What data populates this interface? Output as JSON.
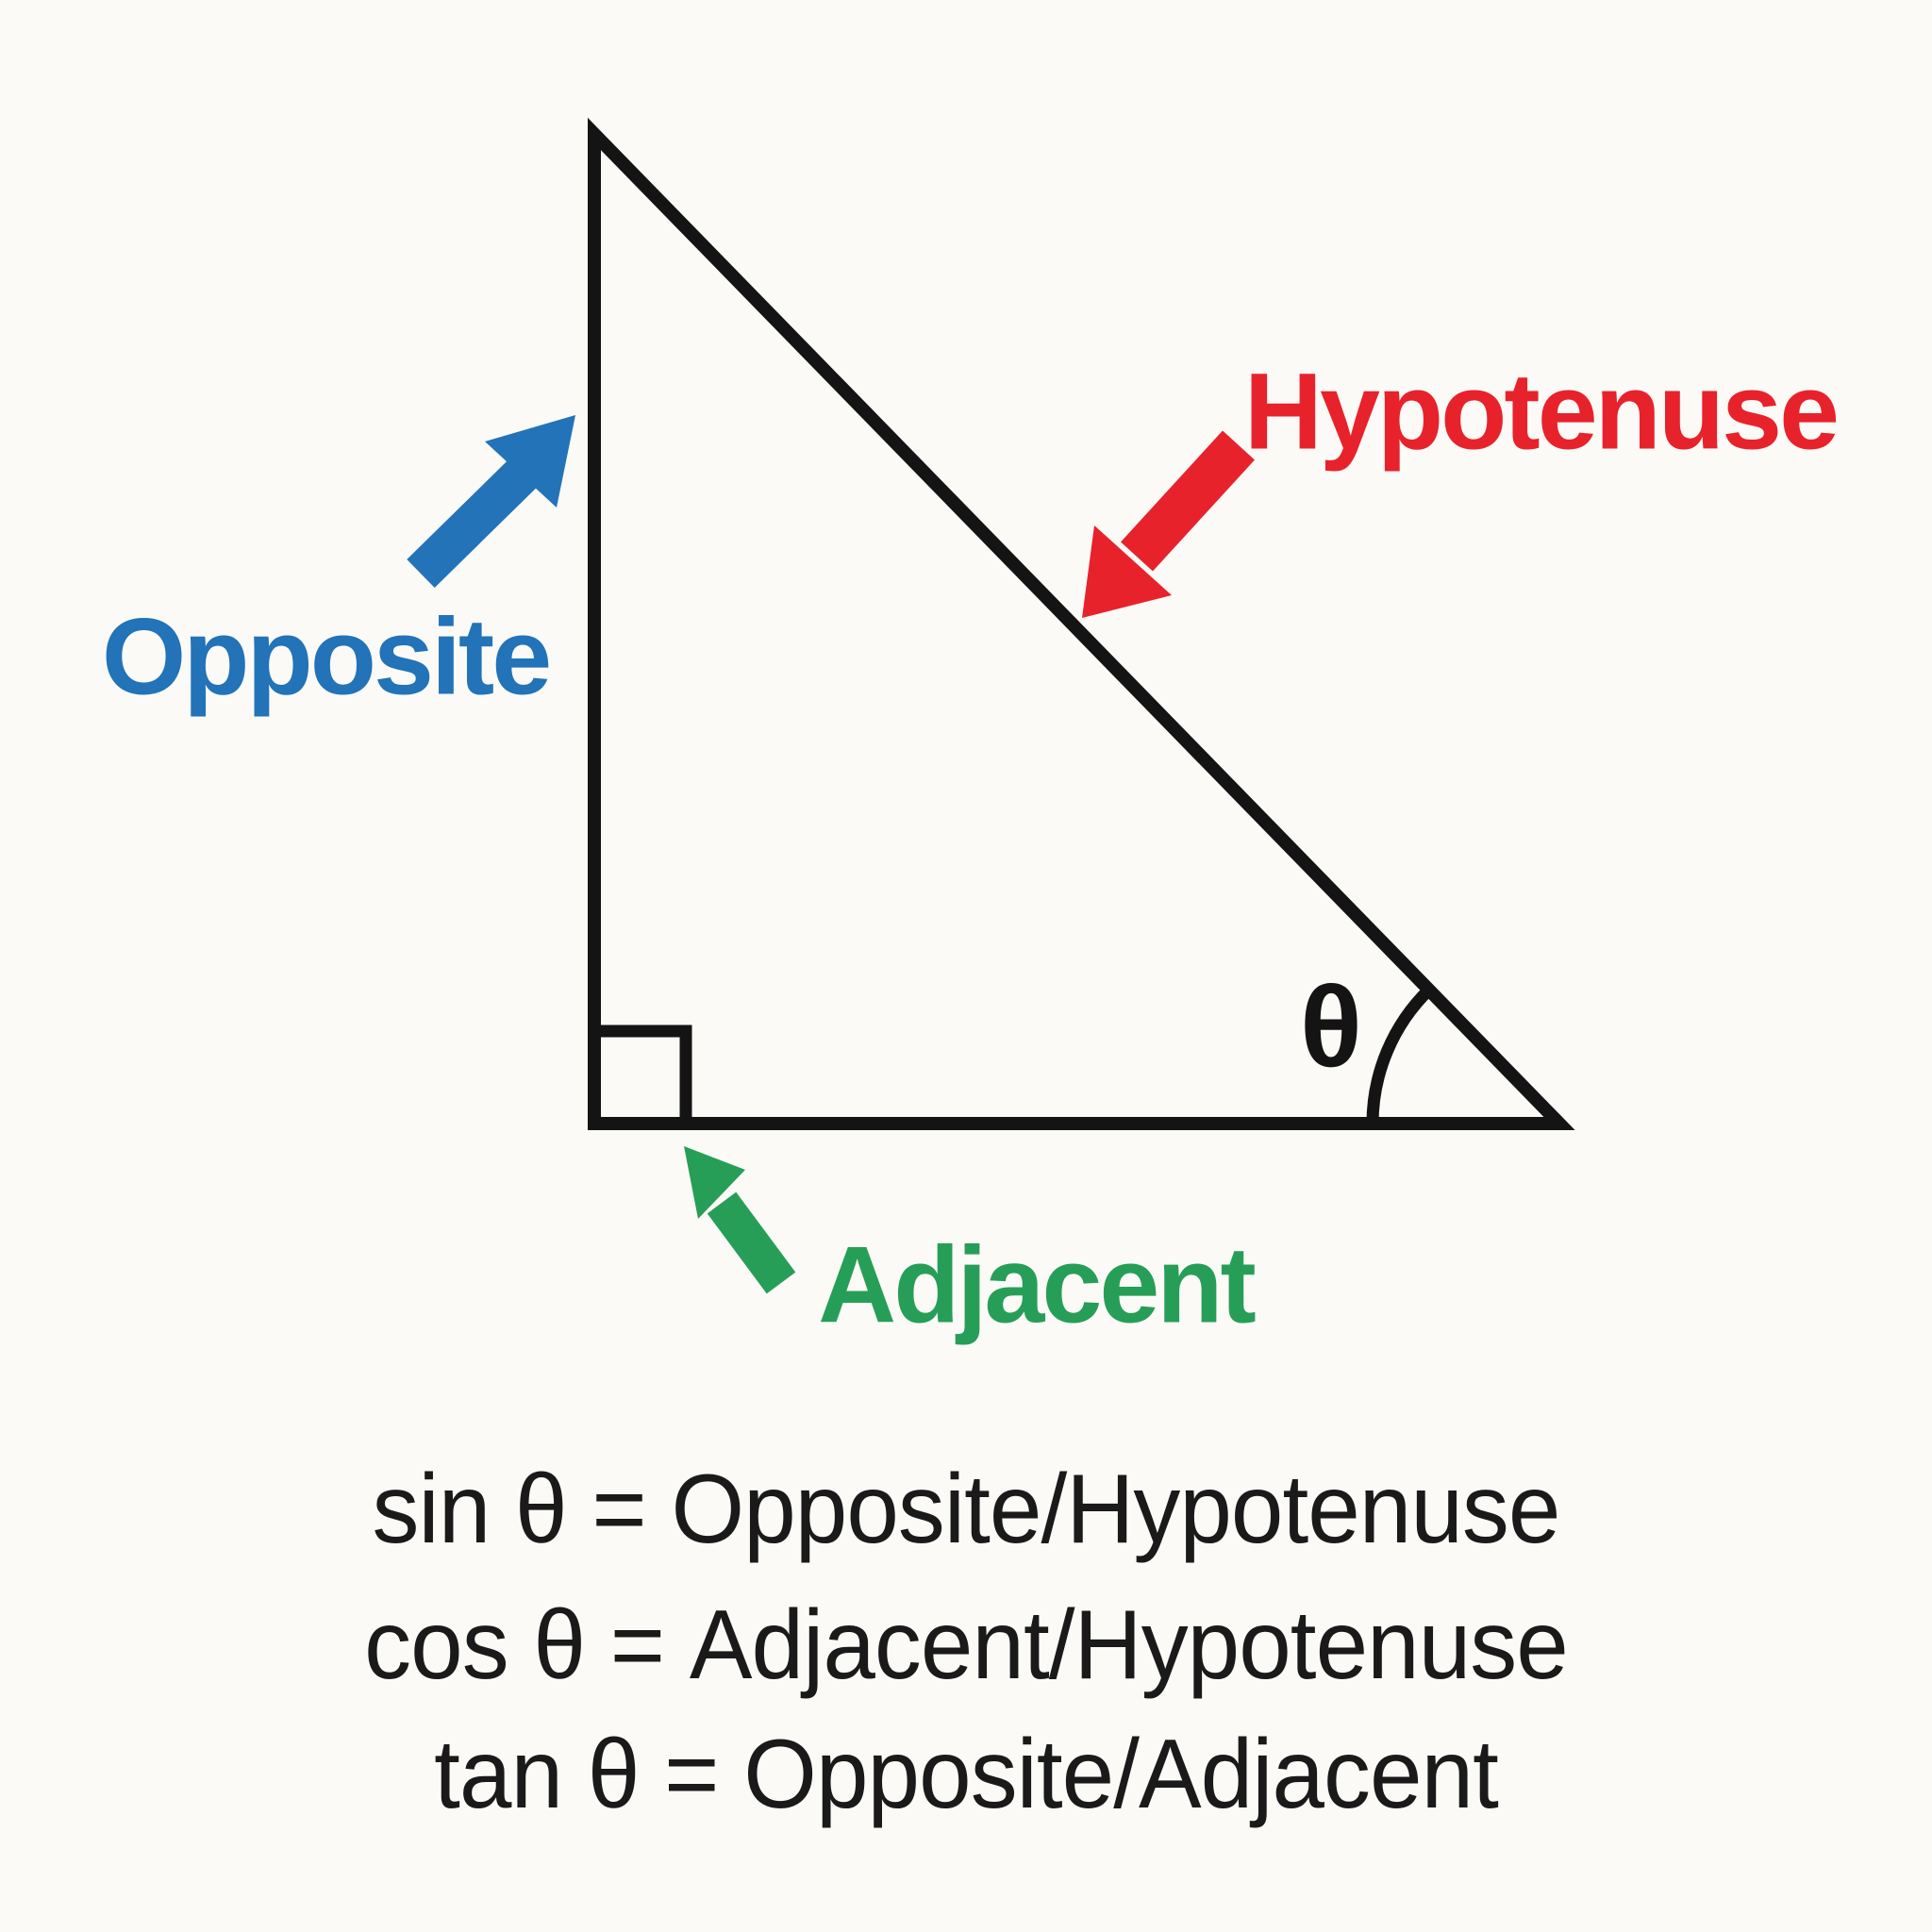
{
  "labels": {
    "hypotenuse": "Hypotenuse",
    "opposite": "Opposite",
    "adjacent": "Adjacent",
    "angle": "θ"
  },
  "formulas": [
    "sin θ = Opposite/Hypotenuse",
    "cos θ = Adjacent/Hypotenuse",
    "tan θ = Opposite/Adjacent"
  ],
  "colors": {
    "hypotenuse": "#e8222b",
    "opposite": "#2273b8",
    "adjacent": "#279e57",
    "line": "#141414",
    "formula_text": "#1a1a1a",
    "background": "#fbfaf7"
  }
}
